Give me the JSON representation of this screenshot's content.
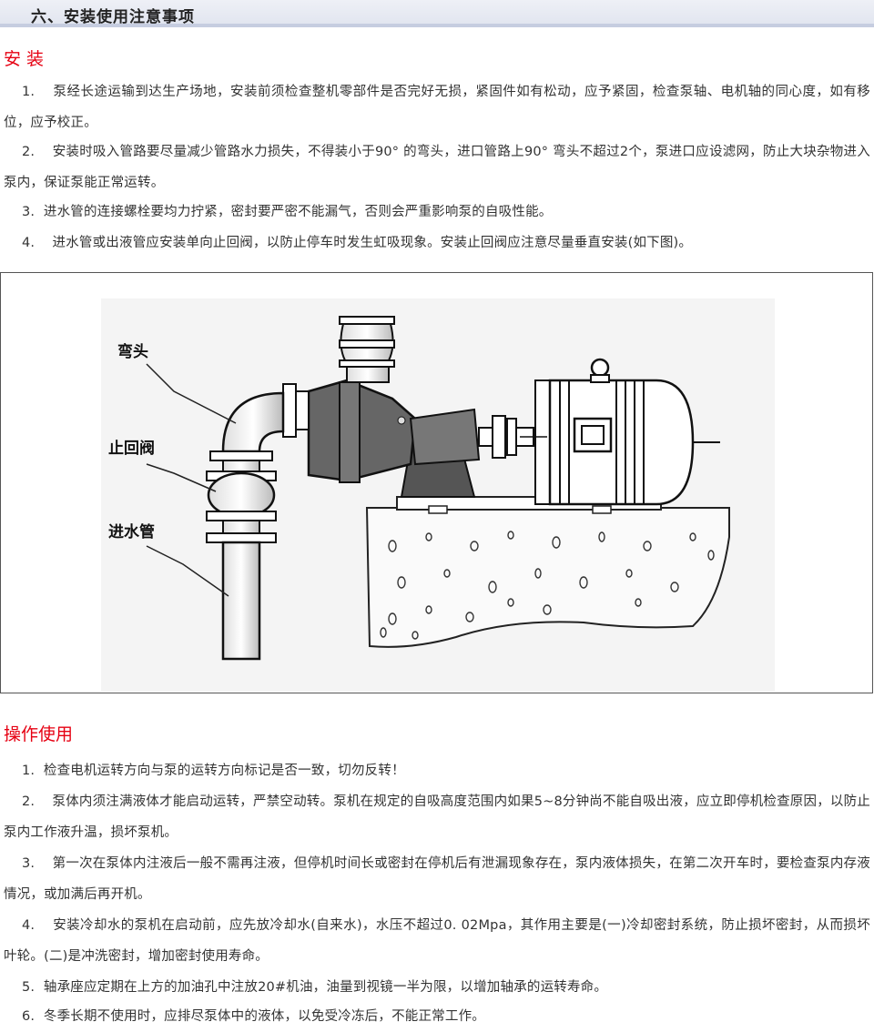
{
  "header": {
    "title": "六、安装使用注意事项"
  },
  "install": {
    "title": "安 装",
    "items": [
      {
        "num": "1.",
        "text": "泵经长途运输到达生产场地，安装前须检查整机零部件是否完好无损，紧固件如有松动，应予紧固，检查泵轴、电机轴的同心度，如有移位，应予校正。"
      },
      {
        "num": "2.",
        "text": "安装时吸入管路要尽量减少管路水力损失，不得装小于90° 的弯头，进口管路上90° 弯头不超过2个，泵进口应设滤网，防止大块杂物进入泵内，保证泵能正常运转。"
      },
      {
        "num": "3.",
        "text": "进水管的连接螺栓要均力拧紧，密封要严密不能漏气，否则会严重影响泵的自吸性能。"
      },
      {
        "num": "4.",
        "text": "进水管或出液管应安装单向止回阀，以防止停车时发生虹吸现象。安装止回阀应注意尽量垂直安装(如下图)。"
      }
    ]
  },
  "diagram": {
    "labels": {
      "elbow": "弯头",
      "check_valve": "止回阀",
      "inlet_pipe": "进水管"
    }
  },
  "operation": {
    "title": "操作使用",
    "items": [
      {
        "num": "1.",
        "text": "检查电机运转方向与泵的运转方向标记是否一致，切勿反转！"
      },
      {
        "num": "2.",
        "text": "泵体内须注满液体才能启动运转，严禁空动转。泵机在规定的自吸高度范围内如果5~8分钟尚不能自吸出液，应立即停机检查原因，以防止泵内工作液升温，损坏泵机。"
      },
      {
        "num": "3.",
        "text": "第一次在泵体内注液后一般不需再注液，但停机时间长或密封在停机后有泄漏现象存在，泵内液体损失，在第二次开车时，要检查泵内存液情况，或加满后再开机。"
      },
      {
        "num": "4.",
        "text": "安装冷却水的泵机在启动前，应先放冷却水(自来水)，水压不超过0. 02Mpa，其作用主要是(一)冷却密封系统，防止损坏密封，从而损坏叶轮。(二)是冲洗密封，增加密封使用寿命。"
      },
      {
        "num": "5.",
        "text": "轴承座应定期在上方的加油孔中注放20#机油，油量到视镜一半为限，以增加轴承的运转寿命。"
      },
      {
        "num": "6.",
        "text": "冬季长期不使用时，应排尽泵体中的液体，以免受冷冻后，不能正常工作。"
      }
    ]
  }
}
